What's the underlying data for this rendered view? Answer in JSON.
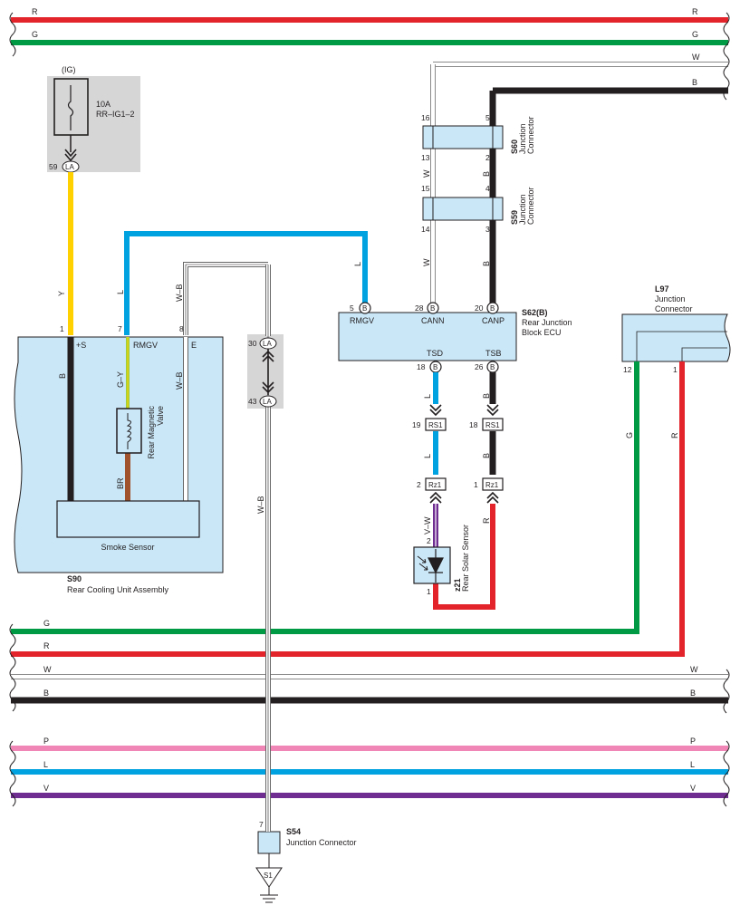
{
  "colors": {
    "R": "#e3242b",
    "G": "#009a44",
    "W": "#ffffff",
    "B": "#231f20",
    "P": "#ef86b5",
    "L": "#00a3e0",
    "V": "#6f2c91",
    "Y": "#ffd100",
    "BR": "#a0522d",
    "GY": "#9ccf3f",
    "component_fill": "#c9e7f7",
    "shade": "#d6d6d7"
  },
  "buses": {
    "top": [
      {
        "code": "R"
      },
      {
        "code": "G"
      },
      {
        "code": "W"
      },
      {
        "code": "B"
      }
    ],
    "bottom": [
      {
        "code": "G"
      },
      {
        "code": "R"
      },
      {
        "code": "W"
      },
      {
        "code": "B"
      },
      {
        "code": "P"
      },
      {
        "code": "L"
      },
      {
        "code": "V"
      }
    ]
  },
  "fuse": {
    "supply": "(IG)",
    "rating": "10A",
    "name": "RR–IG1–2",
    "pin": "59",
    "connector": "LA"
  },
  "cooling_unit": {
    "id": "S90",
    "name": "Rear Cooling Unit Assembly",
    "pins": [
      {
        "num": "1",
        "label": "+S"
      },
      {
        "num": "7",
        "label": "RMGV"
      },
      {
        "num": "8",
        "label": "E"
      }
    ],
    "wires": [
      {
        "code": "Y"
      },
      {
        "code": "L"
      },
      {
        "code": "W–B"
      },
      {
        "code": "B"
      },
      {
        "code": "G–Y"
      },
      {
        "code": "BR"
      },
      {
        "code": "W–B"
      }
    ],
    "valve": {
      "line1": "Rear Magnetic",
      "line2": "Valve"
    },
    "sensor": "Smoke Sensor"
  },
  "la_connector": {
    "name": "LA",
    "pins": [
      "30",
      "43"
    ]
  },
  "s54": {
    "id": "S54",
    "name": "Junction Connector",
    "pin": "7",
    "ground": "S1",
    "wire": "W–B"
  },
  "s60": {
    "id": "S60",
    "l1": "Junction",
    "l2": "Connector",
    "pins": [
      "16",
      "5",
      "13",
      "2"
    ]
  },
  "s59": {
    "id": "S59",
    "l1": "Junction",
    "l2": "Connector",
    "pins": [
      "15",
      "4",
      "14",
      "3"
    ]
  },
  "ecu_wires": [
    {
      "code": "W"
    },
    {
      "code": "B"
    },
    {
      "code": "W"
    },
    {
      "code": "B"
    },
    {
      "code": "L"
    }
  ],
  "ecu": {
    "id": "S62(B)",
    "l1": "Rear Junction",
    "l2": "Block ECU",
    "pins_top": [
      {
        "num": "5",
        "conn": "B",
        "label": "RMGV"
      },
      {
        "num": "28",
        "conn": "B",
        "label": "CANN"
      },
      {
        "num": "20",
        "conn": "B",
        "label": "CANP"
      }
    ],
    "pins_bottom": [
      {
        "num": "18",
        "conn": "B",
        "label": "TSD"
      },
      {
        "num": "26",
        "conn": "B",
        "label": "TSB"
      }
    ]
  },
  "rs1": {
    "name": "RS1",
    "pins": [
      "19",
      "18"
    ]
  },
  "rz1": {
    "name": "Rz1",
    "pins": [
      "2",
      "1"
    ]
  },
  "sensor_wires": [
    {
      "code": "L"
    },
    {
      "code": "B"
    },
    {
      "code": "L"
    },
    {
      "code": "B"
    },
    {
      "code": "V–W"
    },
    {
      "code": "R"
    }
  ],
  "solar": {
    "id": "z21",
    "name": "Rear Solar Sensor",
    "pins": [
      "2",
      "1"
    ]
  },
  "l97": {
    "id": "L97",
    "l1": "Junction",
    "l2": "Connector",
    "pins": [
      "12",
      "1"
    ],
    "wires": [
      {
        "code": "G"
      },
      {
        "code": "R"
      }
    ]
  }
}
